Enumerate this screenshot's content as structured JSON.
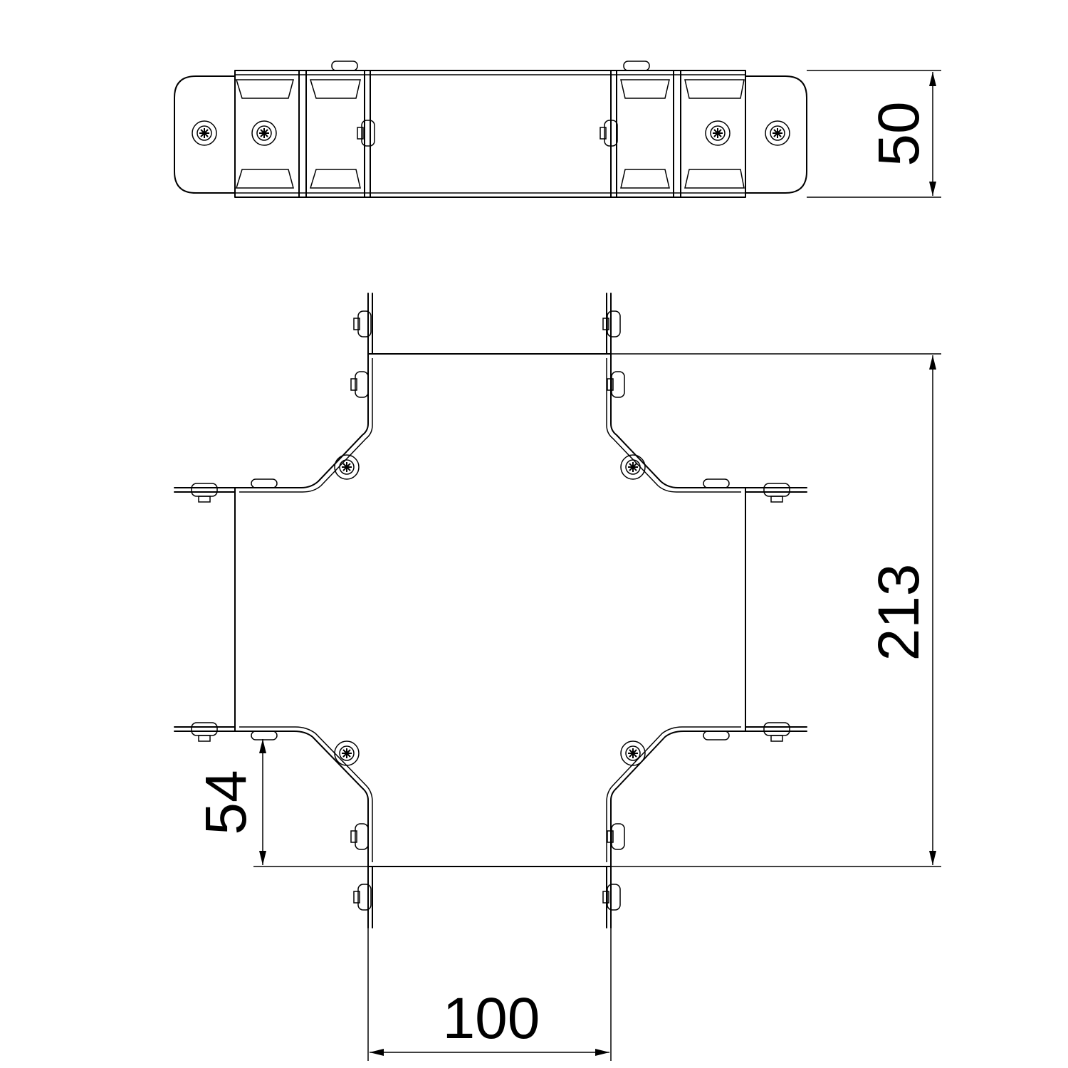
{
  "drawing": {
    "dimensions": {
      "height_top_view": "50",
      "overall_length": "213",
      "arm_length": "54",
      "width": "100"
    },
    "colors": {
      "line": "#000000",
      "background": "#ffffff"
    }
  }
}
